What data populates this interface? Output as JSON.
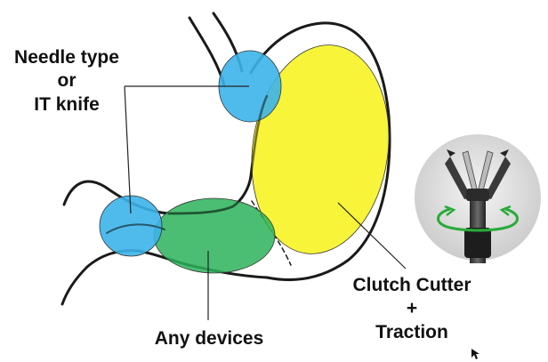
{
  "labels": {
    "needle_line1": "Needle type",
    "needle_line2": "or",
    "needle_line3": "IT knife",
    "any_devices": "Any devices",
    "clutch_line1": "Clutch Cutter",
    "clutch_line2": "+",
    "clutch_line3": "Traction"
  },
  "colors": {
    "blue_region": "#3cb4ea",
    "green_region": "#2db35a",
    "yellow_region": "#f6f21f",
    "outline": "#1a1a1a",
    "rotation_arrow": "#2aaa3a"
  },
  "icons": {
    "device_photo": "clutch-cutter-device-icon",
    "rotation": "rotation-arrow-icon",
    "cursor": "mouse-cursor-icon"
  }
}
